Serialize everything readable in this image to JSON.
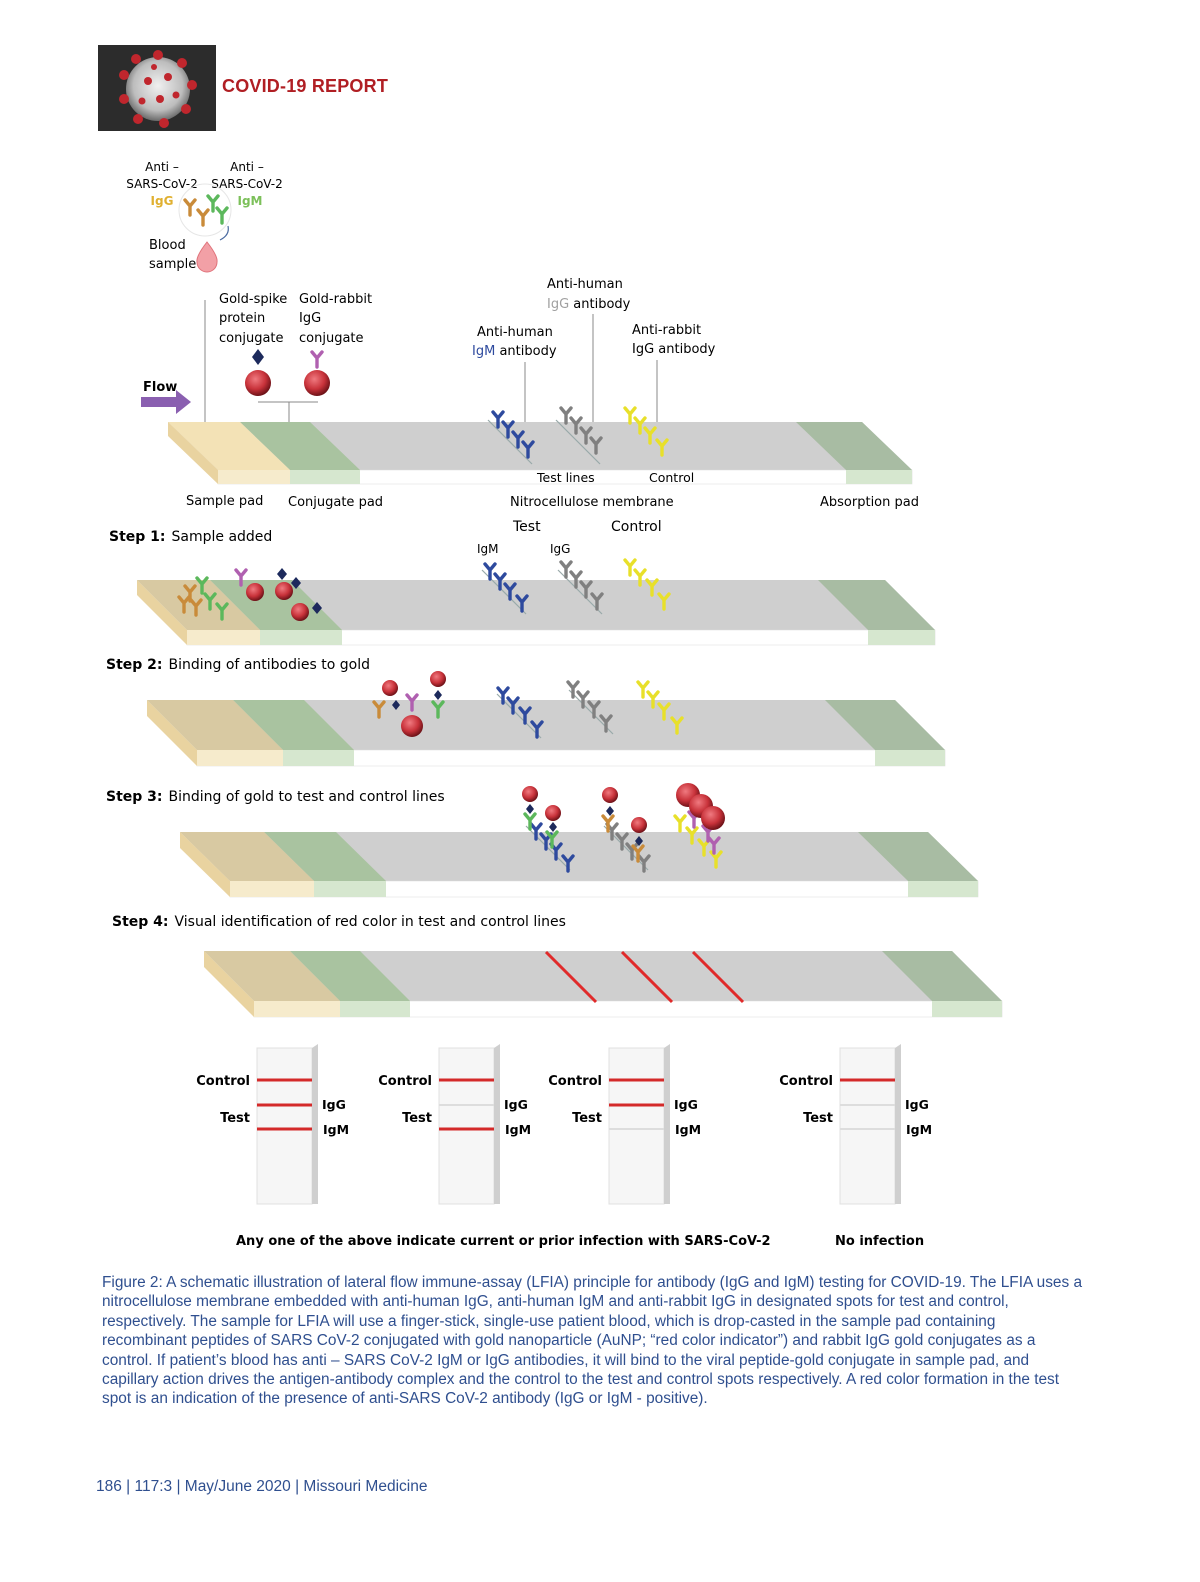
{
  "header": {
    "report_title": "COVID-19 REPORT",
    "image_icon": "coronavirus-virion-image"
  },
  "diagram": {
    "top_labels": {
      "anti_igg_line1": "Anti –",
      "anti_igg_line2": "SARS-CoV-2",
      "anti_igg_line3": "IgG",
      "anti_igm_line1": "Anti –",
      "anti_igm_line2": "SARS-CoV-2",
      "anti_igm_line3": "IgM",
      "blood_line1": "Blood",
      "blood_line2": "sample",
      "gold_spike_line1": "Gold-spike",
      "gold_spike_line2": "protein",
      "gold_spike_line3": "conjugate",
      "gold_rabbit_line1": "Gold-rabbit",
      "gold_rabbit_line2": "IgG",
      "gold_rabbit_line3": "conjugate",
      "anti_human_igg_line1": "Anti-human",
      "anti_human_igg_prefix": "IgG",
      "anti_human_igg_suffix": " antibody",
      "anti_human_igm_line1": "Anti-human",
      "anti_human_igm_prefix": "IgM",
      "anti_human_igm_suffix": " antibody",
      "anti_rabbit_line1": "Anti-rabbit",
      "anti_rabbit_line2": "IgG antibody",
      "flow": "Flow",
      "test_lines": "Test lines",
      "control": "Control",
      "sample_pad": "Sample pad",
      "conjugate_pad": "Conjugate pad",
      "nitrocellulose": "Nitrocellulose  membrane",
      "absorption_pad": "Absorption pad"
    },
    "step1": {
      "number": "Step 1:",
      "text": "Sample added",
      "test": "Test",
      "control": "Control",
      "igm": "IgM",
      "igg": "IgG"
    },
    "step2": {
      "number": "Step 2:",
      "text": "Binding of antibodies to gold"
    },
    "step3": {
      "number": "Step 3:",
      "text": "Binding of gold to test  and control lines"
    },
    "step4": {
      "number": "Step 4:",
      "text": "Visual identification of red color in test and control lines"
    },
    "cassettes": {
      "control": "Control",
      "test": "Test",
      "igg": "IgG",
      "igm": "IgM"
    },
    "bottom_notes": {
      "any_one": "Any one of the above indicate current or prior infection with SARS-CoV-2",
      "no_infection": "No infection"
    },
    "colors": {
      "igm_antibody": "#2e4a9e",
      "igg_antibody": "#808080",
      "rabbit_antibody": "#e8e02a",
      "gold": "#c8323a",
      "sample_pad": "#f3e2b6",
      "conjugate_pad": "#a9c3a0",
      "membrane": "#cfcfcf",
      "absorption_pad": "#a8bca3",
      "flow_arrow": "#8a5fb0"
    }
  },
  "caption": "Figure 2: A schematic illustration of lateral flow immune-assay (LFIA) principle for antibody (IgG and IgM) testing for COVID-19. The LFIA uses a nitrocellulose membrane embedded with anti-human IgG, anti-human IgM and anti-rabbit IgG in designated spots for test and control, respectively. The sample for LFIA will use a finger-stick, single-use patient blood, which is drop-casted in the sample pad containing recombinant peptides of SARS CoV-2 conjugated with gold nanoparticle (AuNP; “red color indicator”) and rabbit IgG gold conjugates as a control. If patient’s blood has anti – SARS CoV-2 IgM or IgG antibodies, it will bind to the viral peptide-gold conjugate in sample pad, and capillary action drives the antigen-antibody complex and the control to the test and control spots respectively. A red color formation in the test spot is an indication of the presence of anti-SARS CoV-2 antibody (IgG or IgM - positive).",
  "footer": "186  |  117:3  |  May/June 2020  |  Missouri Medicine"
}
